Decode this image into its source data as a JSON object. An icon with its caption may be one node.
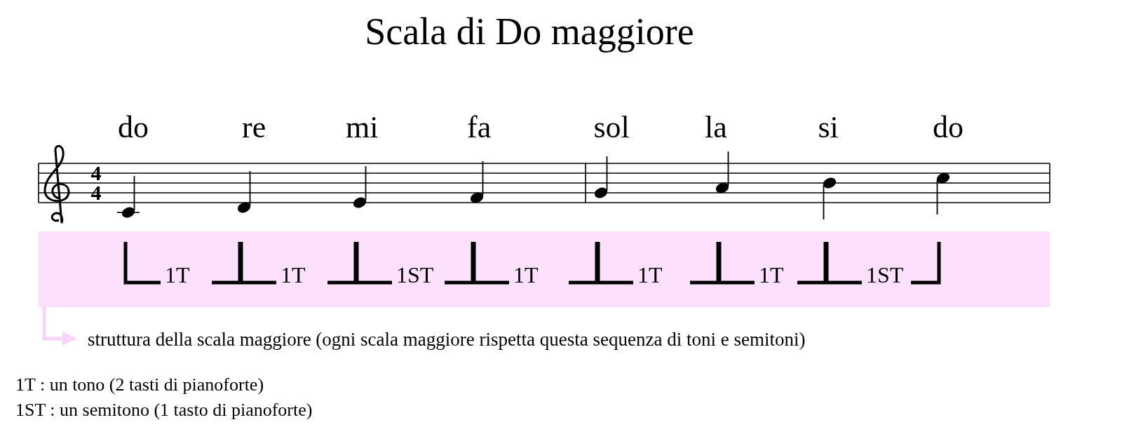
{
  "diagram": {
    "title": "Scala di Do maggiore",
    "nodes": [
      {
        "text": [
          "1T",
          "1T",
          "1ST",
          "1T",
          "1T",
          "1T",
          "1ST"
        ]
      },
      {
        "text": [
          "struttura della scala maggiore (ogni scala maggiore rispetta questa sequenza di toni e semitoni)"
        ]
      }
    ],
    "edges": [
      {
        "from": 0,
        "to": 1,
        "arrow": "to",
        "color": "#f8d4f8"
      }
    ],
    "labels": [
      "do",
      "re",
      "mi",
      "fa",
      "sol",
      "la",
      "si",
      "do",
      "4",
      "4",
      "1T : un tono (2 tasti di pianoforte)",
      "1ST : un semitono (1 tasto di pianoforte)"
    ]
  }
}
